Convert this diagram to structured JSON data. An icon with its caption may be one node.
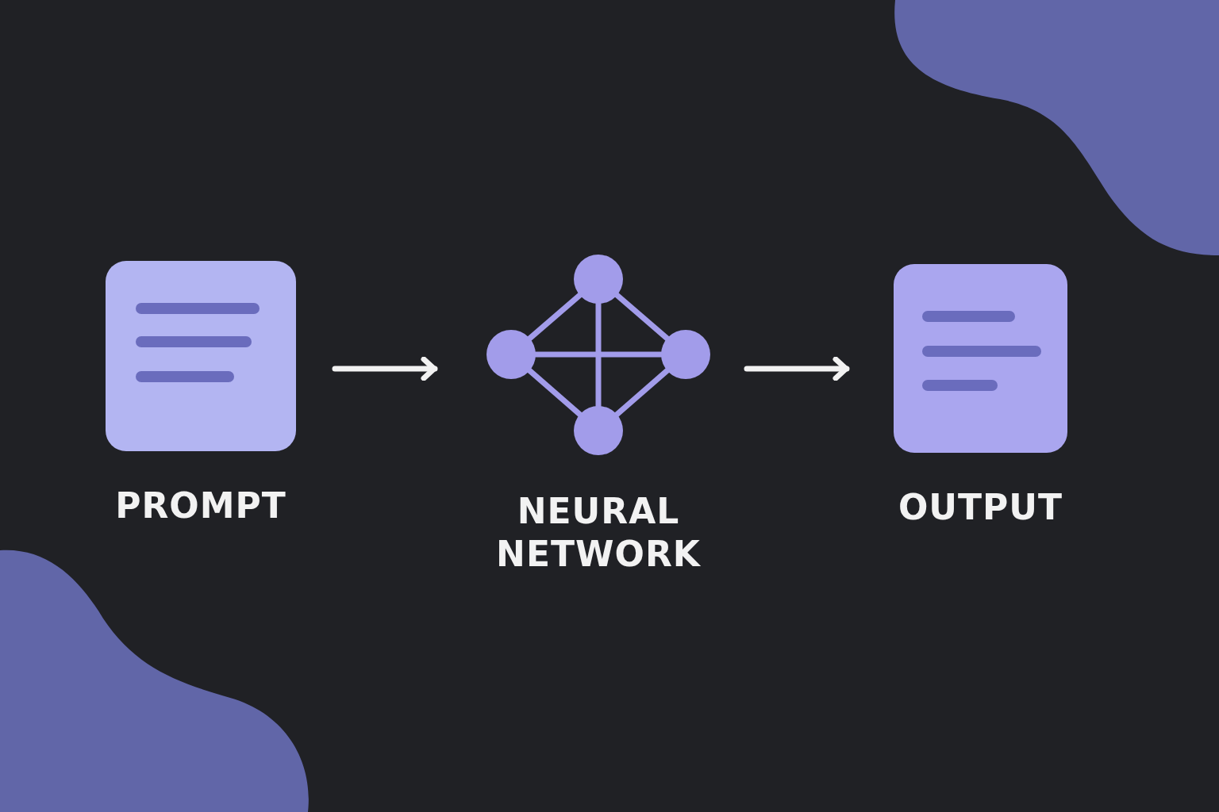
{
  "diagram": {
    "nodes": [
      {
        "text": [
          "PROMPT"
        ]
      },
      {
        "text": [
          "NEURAL NETWORK"
        ]
      },
      {
        "text": [
          "OUTPUT"
        ]
      }
    ],
    "edges": [
      {
        "from": 0,
        "to": 1,
        "arrow": "to"
      },
      {
        "from": 1,
        "to": 2,
        "arrow": "to"
      }
    ]
  }
}
